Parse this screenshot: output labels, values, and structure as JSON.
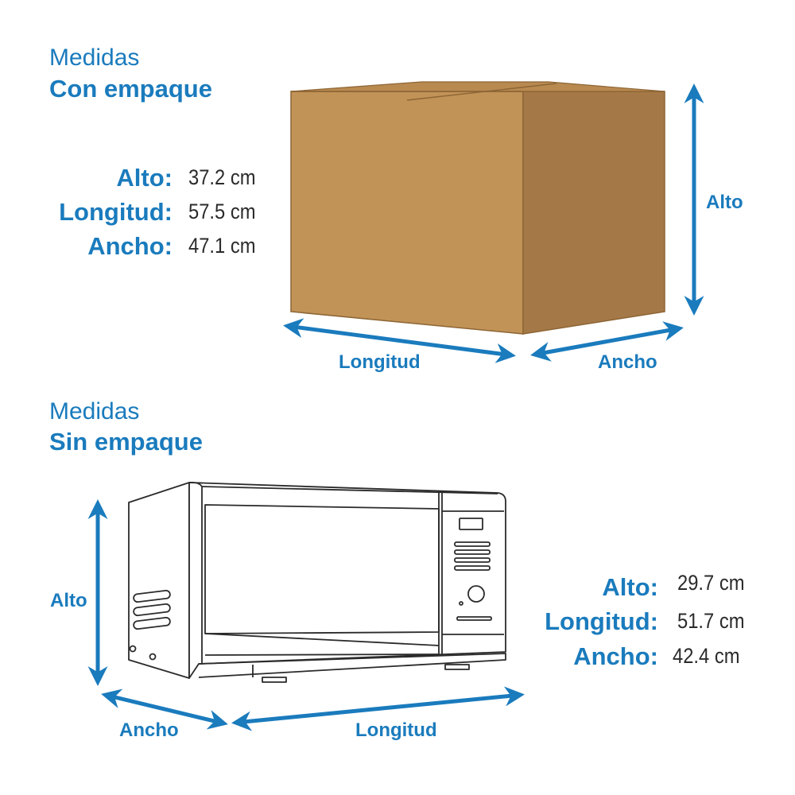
{
  "packed": {
    "title": "Medidas",
    "subtitle": "Con empaque",
    "dims": [
      {
        "label": "Alto:",
        "value": "37.2 cm"
      },
      {
        "label": "Longitud:",
        "value": "57.5 cm"
      },
      {
        "label": "Ancho:",
        "value": "47.1 cm"
      }
    ],
    "arrows": {
      "alto": "Alto",
      "longitud": "Longitud",
      "ancho": "Ancho"
    }
  },
  "unpacked": {
    "title": "Medidas",
    "subtitle": "Sin empaque",
    "dims": [
      {
        "label": "Alto:",
        "value": "29.7 cm"
      },
      {
        "label": "Longitud:",
        "value": "51.7 cm"
      },
      {
        "label": "Ancho:",
        "value": "42.4 cm"
      }
    ],
    "arrows": {
      "alto": "Alto",
      "longitud": "Longitud",
      "ancho": "Ancho"
    }
  },
  "colors": {
    "accent": "#1a7bbd",
    "box_front": "#c29357",
    "box_side": "#a57947",
    "box_top": "#b98a50"
  }
}
